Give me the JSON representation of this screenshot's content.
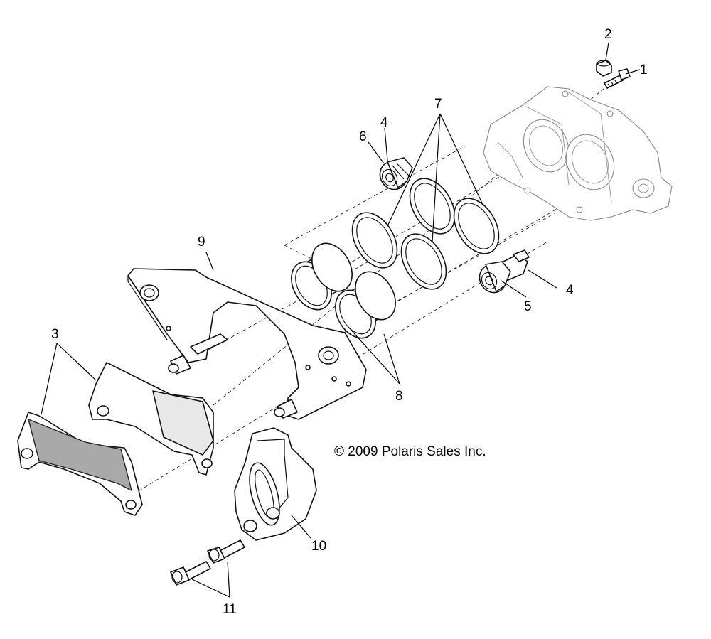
{
  "callouts": {
    "c1": "1",
    "c2": "2",
    "c3": "3",
    "c4a": "4",
    "c4b": "4",
    "c5": "5",
    "c6": "6",
    "c7": "7",
    "c8": "8",
    "c9": "9",
    "c10": "10",
    "c11": "11"
  },
  "copyright": "© 2009 Polaris Sales Inc."
}
